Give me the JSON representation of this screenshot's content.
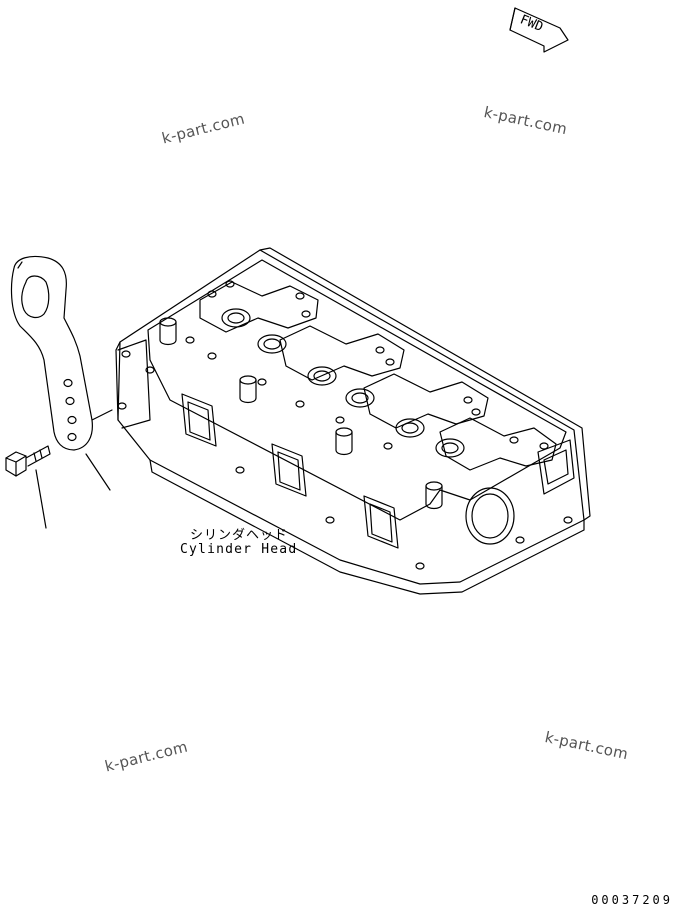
{
  "fwd_indicator": {
    "label": "FWD"
  },
  "watermarks": [
    "k-part.com",
    "k-part.com",
    "k-part.com",
    "k-part.com"
  ],
  "part": {
    "name_jp": "シリンダヘッド",
    "name_en": "Cylinder Head"
  },
  "drawing_number": "00037209",
  "colors": {
    "line": "#000000",
    "background": "#ffffff",
    "watermark": "#555555"
  },
  "icons": [
    "fwd-arrow-icon"
  ]
}
